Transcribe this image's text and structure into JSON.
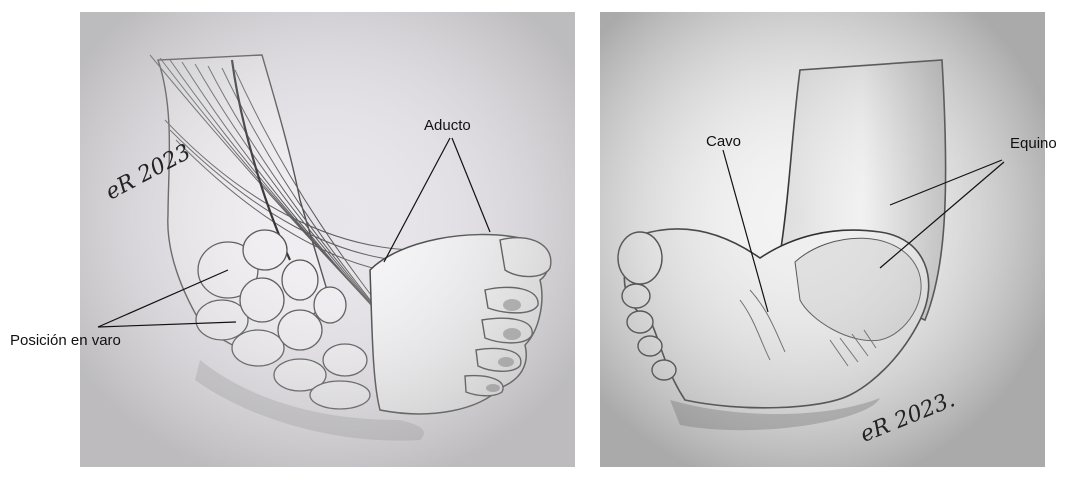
{
  "left_illustration": {
    "labels": {
      "adducto": "Aducto",
      "posicion_varo": "Posición en varo"
    },
    "signature": "eR 2023"
  },
  "right_illustration": {
    "labels": {
      "cavo": "Cavo",
      "equino": "Equino"
    },
    "signature": "eR 2023."
  },
  "colors": {
    "paper_left": "#e6e3e8",
    "paper_right": "#f2f2f2",
    "ink": "#1a1a1a",
    "shade": "#8a8a8a"
  }
}
